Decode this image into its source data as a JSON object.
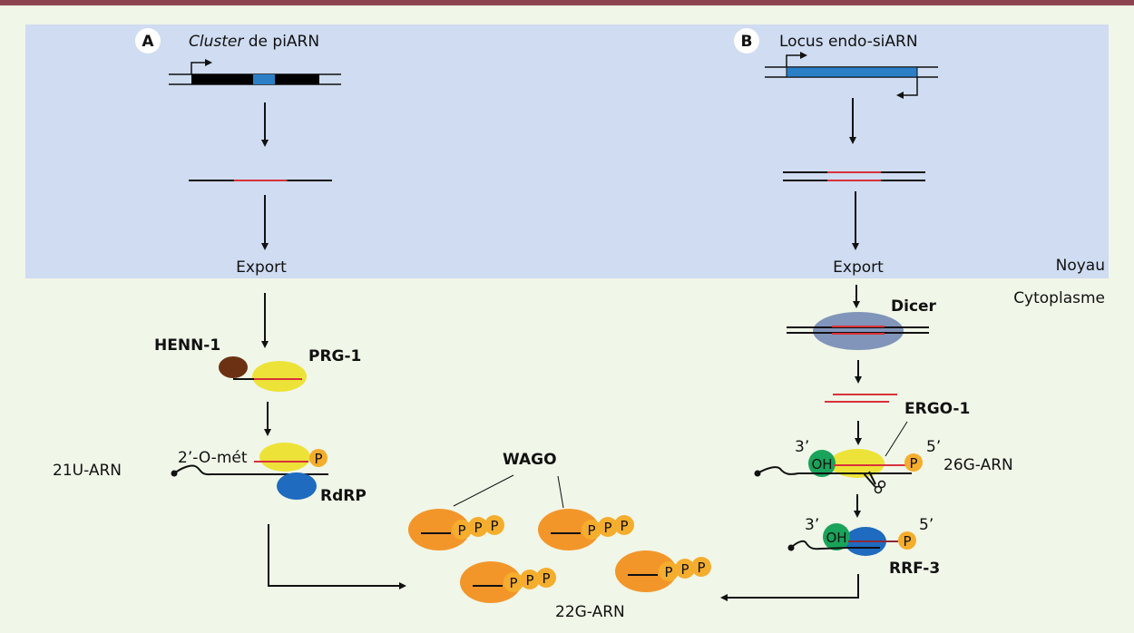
{
  "panels": {
    "A": {
      "badge": "A",
      "title_italic": "Cluster",
      "title_rest": " de piARN"
    },
    "B": {
      "badge": "B",
      "title": "Locus endo-siARN"
    }
  },
  "compartments": {
    "nucleus": "Noyau",
    "cytoplasm": "Cytoplasme"
  },
  "labels": {
    "export_a": "Export",
    "export_b": "Export",
    "henn1": "HENN-1",
    "prg1": "PRG-1",
    "two_o_met": "2’-O-mét",
    "u21_rna": "21U-ARN",
    "rdrp": "RdRP",
    "wago": "WAGO",
    "g22_rna": "22G-ARN",
    "dicer": "Dicer",
    "ergo1": "ERGO-1",
    "g26_rna": "26G-ARN",
    "rrf3": "RRF-3",
    "three_prime": "3’",
    "five_prime": "5’",
    "oh": "OH",
    "p": "P"
  },
  "colors": {
    "nucleus_bg": "#cfdcf1",
    "cytoplasm_bg": "#f0f6e8",
    "header_bar": "#8e4450",
    "piRNA_segment": "#2a7fc7",
    "rna_red": "#d9323a",
    "prg1_yellow": "#ede338",
    "henn1_brown": "#6b3112",
    "rdrp_blue": "#1e6bbf",
    "phosphate_orange": "#f5ad2d",
    "wago_orange": "#f3962a",
    "oh_green": "#1aa35a",
    "dicer_slate": "#8195ba"
  }
}
